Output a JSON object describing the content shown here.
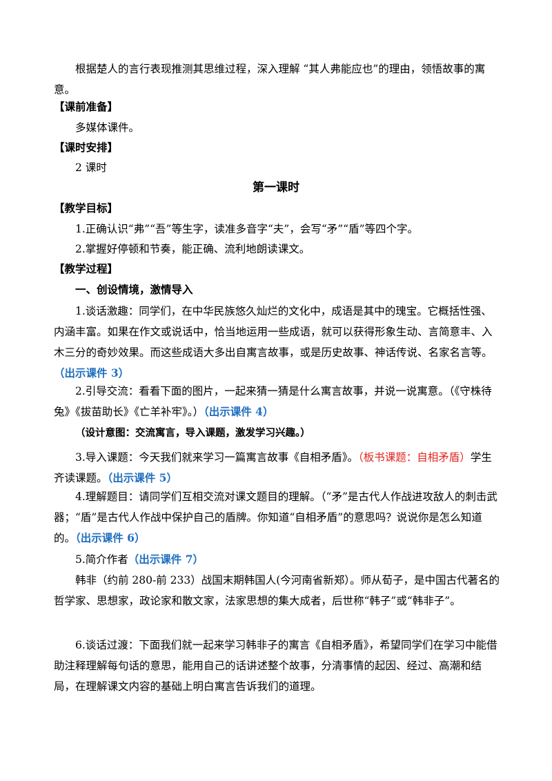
{
  "intro": {
    "text": "根据楚人的言行表现推测其思维过程，深入理解 “其人弗能应也”的理由，领悟故事的寓意。"
  },
  "prep": {
    "heading": "【课前准备】",
    "text": "多媒体课件。"
  },
  "schedule": {
    "heading": "【课时安排】",
    "text": "2 课时"
  },
  "lesson_title": "第一课时",
  "goals": {
    "heading": "【教学目标】",
    "items": [
      "1.正确认识“弗”“吾”等生字，读准多音字“夫”，会写“矛”“盾”等四个字。",
      "2.掌握好停顿和节奏，能正确、流利地朗读课文。"
    ]
  },
  "process": {
    "heading": "【教学过程】",
    "section1": "一、创设情境，激情导入",
    "p1_text": "1.谈话激趣：同学们，在中华民族悠久灿烂的文化中，成语是其中的瑰宝。它概括性强、内涵丰富。如果在作文或说话中，恰当地运用一些成语，就可以获得形象生动、言简意丰、入木三分的奇妙效果。而这些成语大多出自寓言故事，或是历史故事、神话传说、名家名言等。",
    "p1_note": "（出示课件 3）",
    "p2_text": "2.引导交流：看看下面的图片，一起来猜一猜是什么寓言故事，并说一说寓意。（《守株待兔》《拔苗助长》《亡羊补牢》。）",
    "p2_note": "（出示课件 4）",
    "design": "（设计意图：交流寓言，导入课题，激发学习兴趣。）",
    "p3_text": "3.导入课题：今天我们就来学习一篇寓言故事《自相矛盾》。",
    "p3_red": "（板书课题：自相矛盾）",
    "p3_text2": "学生齐读课题。",
    "p3_note": "（出示课件 5）",
    "p4_text": "4.理解题目：请同学们互相交流对课文题目的理解。（“矛”是古代人作战进攻敌人的刺击武器；“盾”是古代人作战中保护自己的盾牌。你知道“自相矛盾”的意思吗？说说你是怎么知道的。",
    "p4_note": "（出示课件 6）",
    "p5_text": "5.简介作者",
    "p5_note": "（出示课件 7）",
    "author": "韩非（约前 280-前 233）战国末期韩国人(今河南省新郑）。师从荀子，是中国古代著名的哲学家、思想家，政论家和散文家，法家思想的集大成者，后世称“韩子”或“韩非子”。",
    "p6_text": "6.谈话过渡：下面我们就一起来学习韩非子的寓言《自相矛盾》，希望同学们在学习中能借助注释理解每句话的意思，能用自己的话讲述整个故事，分清事情的起因、经过、高潮和结局，在理解课文内容的基础上明白寓言告诉我们的道理。"
  }
}
